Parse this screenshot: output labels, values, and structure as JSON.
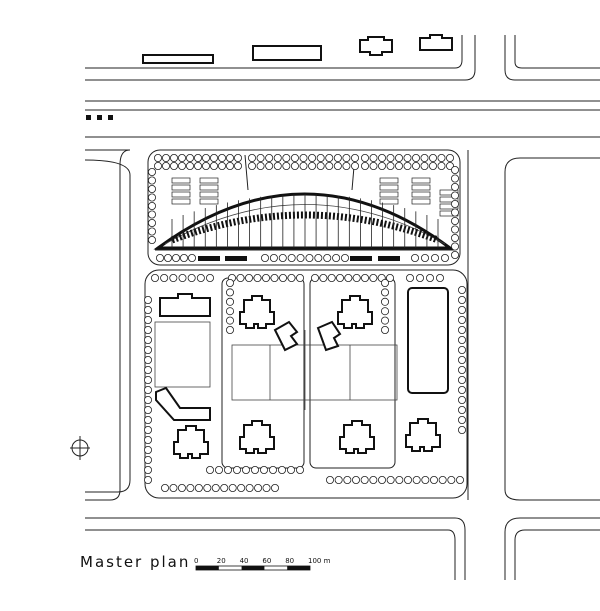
{
  "title": "Master plan",
  "scale_bar": {
    "ticks": [
      "0",
      "20",
      "40",
      "60",
      "80",
      "100"
    ],
    "unit": "m"
  },
  "colors": {
    "ink": "#111111",
    "paper": "#ffffff"
  }
}
